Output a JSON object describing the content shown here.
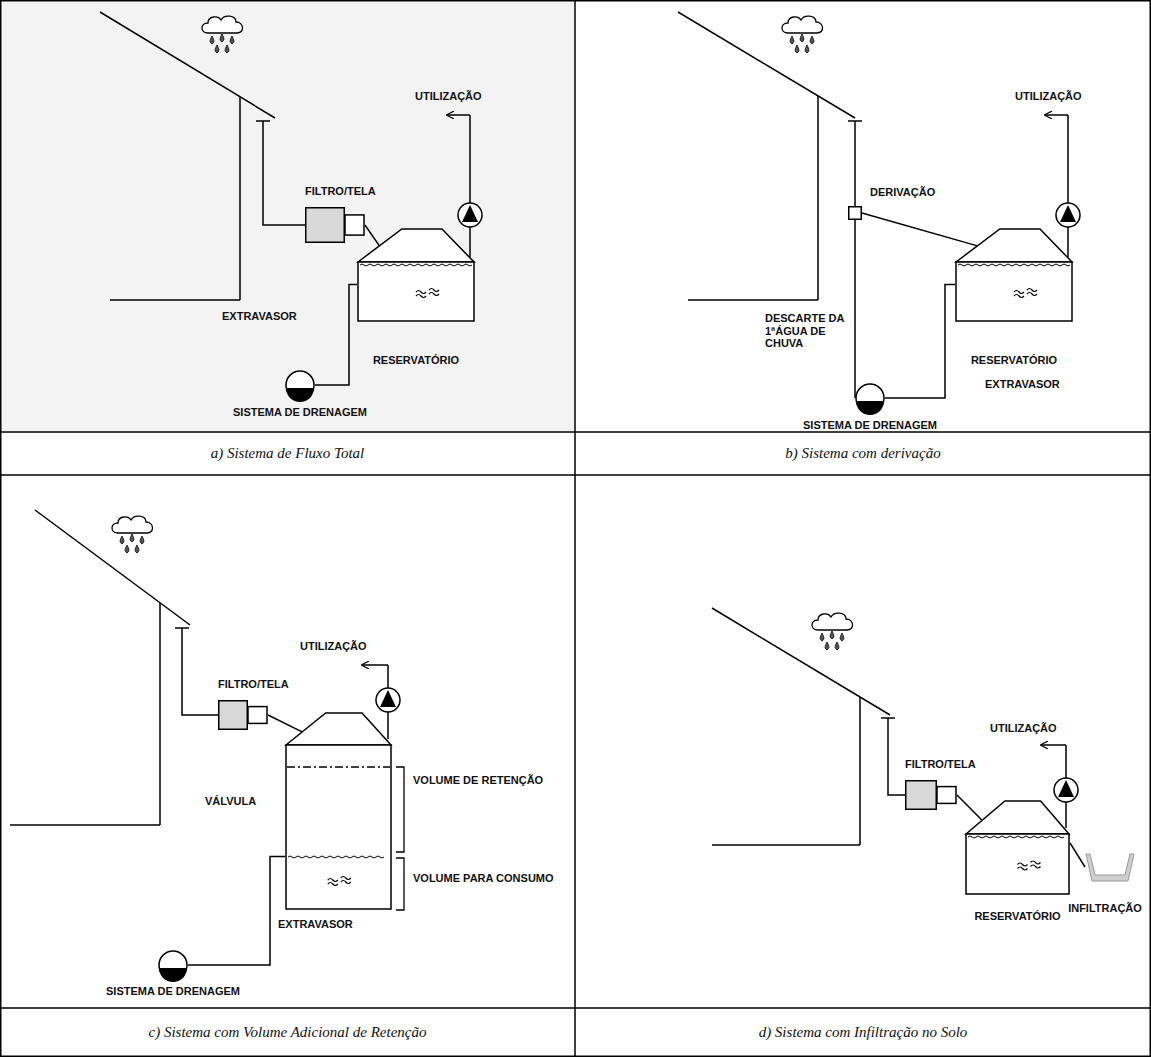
{
  "diagram": {
    "nodes": [
      {
        "text": [
          "FILTRO/TELA"
        ]
      },
      {
        "text": [
          "RESERVATÓRIO"
        ]
      },
      {
        "text": [
          "SISTEMA DE DRENAGEM"
        ]
      },
      {
        "text": [
          "DERIVAÇÃO"
        ]
      },
      {
        "text": [
          "RESERVATÓRIO"
        ]
      },
      {
        "text": [
          "SISTEMA DE DRENAGEM"
        ]
      },
      {
        "text": [
          "FILTRO/TELA"
        ]
      },
      {
        "text": [
          "VOLUME DE RETENÇÃO",
          "VOLUME PARA CONSUMO"
        ]
      },
      {
        "text": [
          "SISTEMA DE DRENAGEM"
        ]
      },
      {
        "text": [
          "FILTRO/TELA"
        ]
      },
      {
        "text": [
          "RESERVATÓRIO"
        ]
      },
      {
        "text": [
          "INFILTRAÇÃO"
        ]
      }
    ],
    "edges": [
      {
        "from": 0,
        "to": 1,
        "arrow": "none"
      },
      {
        "from": 1,
        "to": 2,
        "arrow": "none"
      },
      {
        "from": 3,
        "to": 4,
        "arrow": "none"
      },
      {
        "from": 3,
        "to": 5,
        "arrow": "none"
      },
      {
        "from": 4,
        "to": 5,
        "arrow": "none"
      },
      {
        "from": 6,
        "to": 7,
        "arrow": "none"
      },
      {
        "from": 7,
        "to": 8,
        "arrow": "none"
      },
      {
        "from": 9,
        "to": 10,
        "arrow": "none"
      },
      {
        "from": 10,
        "to": 11,
        "arrow": "none"
      }
    ],
    "labels": [
      "UTILIZAÇÃO",
      "EXTRAVASOR",
      "UTILIZAÇÃO",
      "DESCARTE DA 1ªÁGUA DE CHUVA",
      "EXTRAVASOR",
      "UTILIZAÇÃO",
      "VÁLVULA",
      "EXTRAVASOR",
      "UTILIZAÇÃO",
      "a) Sistema de Fluxo Total",
      "b) Sistema com derivação",
      "c) Sistema com Volume Adicional de Retenção",
      "d) Sistema com Infiltração no Solo"
    ]
  }
}
